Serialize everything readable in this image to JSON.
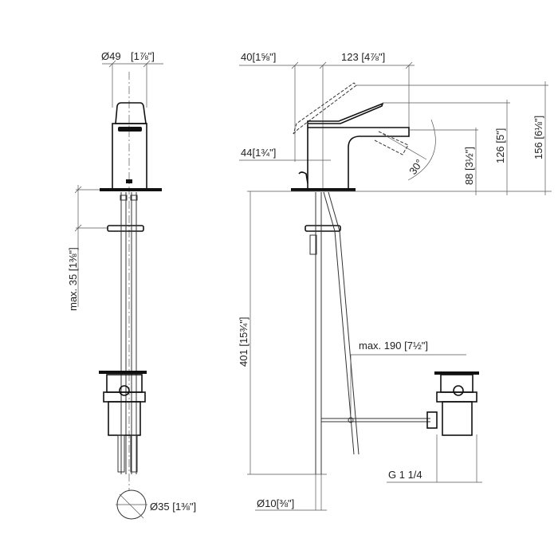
{
  "front_view": {
    "diameter_top": "Ø49",
    "diameter_top_in": "[1⅞\"]",
    "max_depth": "max. 35",
    "max_depth_in": "[1⅜\"]",
    "diameter_hole": "Ø35",
    "diameter_hole_in": "[1⅜\"]"
  },
  "side_view": {
    "offset": "40",
    "offset_in": "[1⅝\"]",
    "reach": "123",
    "reach_in": "[4⅞\"]",
    "lever_height": "44",
    "lever_height_in": "[1¾\"]",
    "angle": "30°",
    "spout_height": "88",
    "spout_height_in": "[3½\"]",
    "lever_top": "126",
    "lever_top_in": "[5\"]",
    "total_height": "156",
    "total_height_in": "[6⅛\"]",
    "below_deck": "401",
    "below_deck_in": "[15¾\"]",
    "drain_reach": "max. 190",
    "drain_reach_in": "[7½\"]",
    "drain_thread": "G 1 1/4",
    "rod_diameter": "Ø10",
    "rod_diameter_in": "[⅜\"]"
  }
}
